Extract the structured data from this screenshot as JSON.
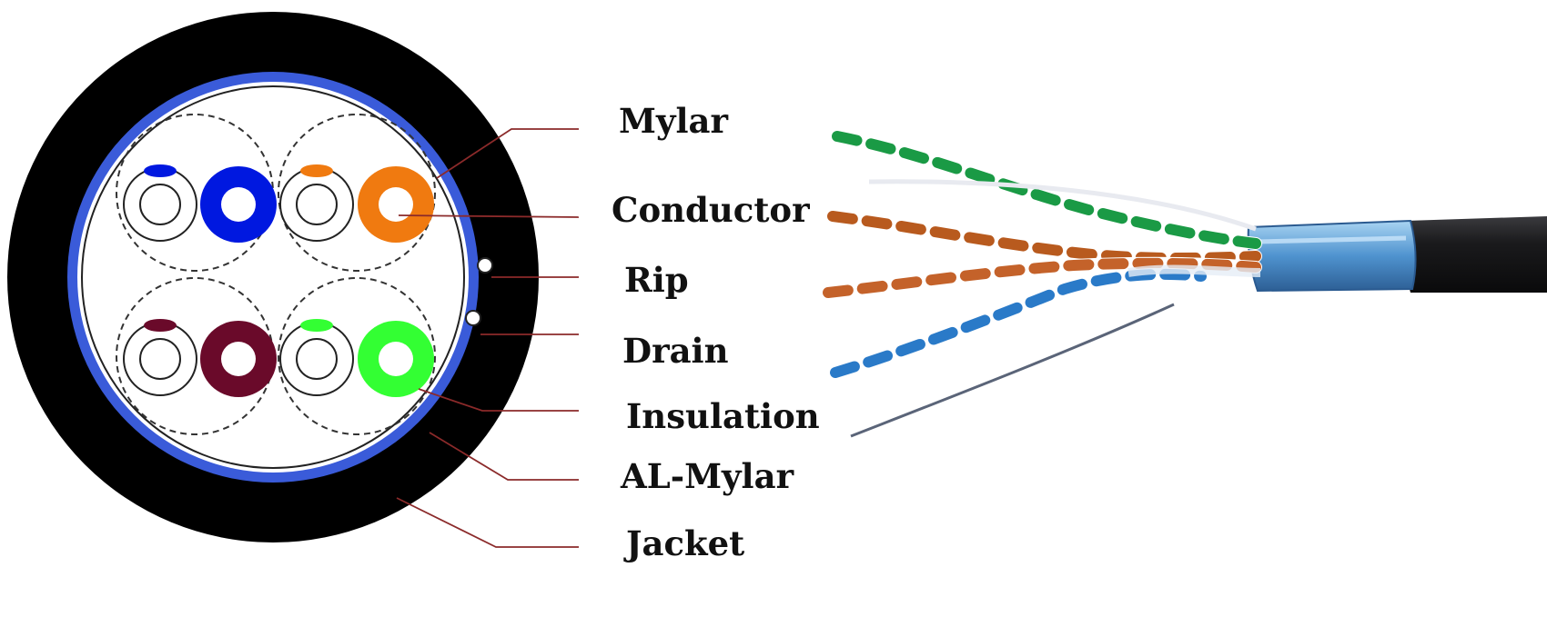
{
  "labels": {
    "mylar": "Mylar",
    "conductor": "Conductor",
    "rip": "Rip",
    "drain": "Drain",
    "insulation": "Insulation",
    "al_mylar": "AL-Mylar",
    "jacket": "Jacket"
  },
  "colors": {
    "jacket": "#000000",
    "al_mylar": "#3a5bd9",
    "leader_line": "#8b2a2a",
    "pair_blue": "#0018e0",
    "pair_orange": "#f07a10",
    "pair_brown": "#6a0a2a",
    "pair_green": "#33ff33",
    "photo_jacket": "#1c1c1e",
    "photo_foil": "#5aa0d8"
  },
  "pairs": [
    {
      "name": "blue-pair",
      "color_key": "pair_blue"
    },
    {
      "name": "orange-pair",
      "color_key": "pair_orange"
    },
    {
      "name": "brown-pair",
      "color_key": "pair_brown"
    },
    {
      "name": "green-pair",
      "color_key": "pair_green"
    }
  ]
}
